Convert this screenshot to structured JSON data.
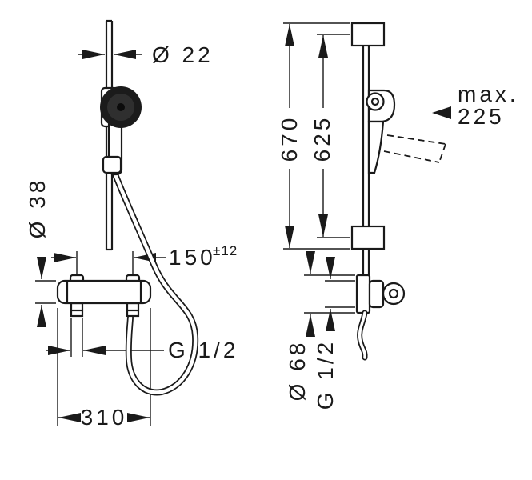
{
  "page": {
    "background_color": "#ffffff",
    "line_color": "#1a1a1a",
    "description": "Technical dimension drawing of a shower slide-bar set with hand shower, hose and exposed thermostat mixer; front view (left) and side view (right)"
  },
  "front_view": {
    "rail_diameter_label": "Ø 22",
    "body_diameter_label": "Ø 38",
    "connection_distance_label": "150",
    "connection_tolerance_label": "±12",
    "thread_label": "G 1/2",
    "overall_width_label": "310"
  },
  "side_view": {
    "overall_height_label": "670",
    "fixing_distance_label": "625",
    "max_prefix_label": "max.",
    "max_value_label": "225",
    "escutcheon_diameter_label": "Ø 68",
    "thread_label": "G 1/2"
  }
}
